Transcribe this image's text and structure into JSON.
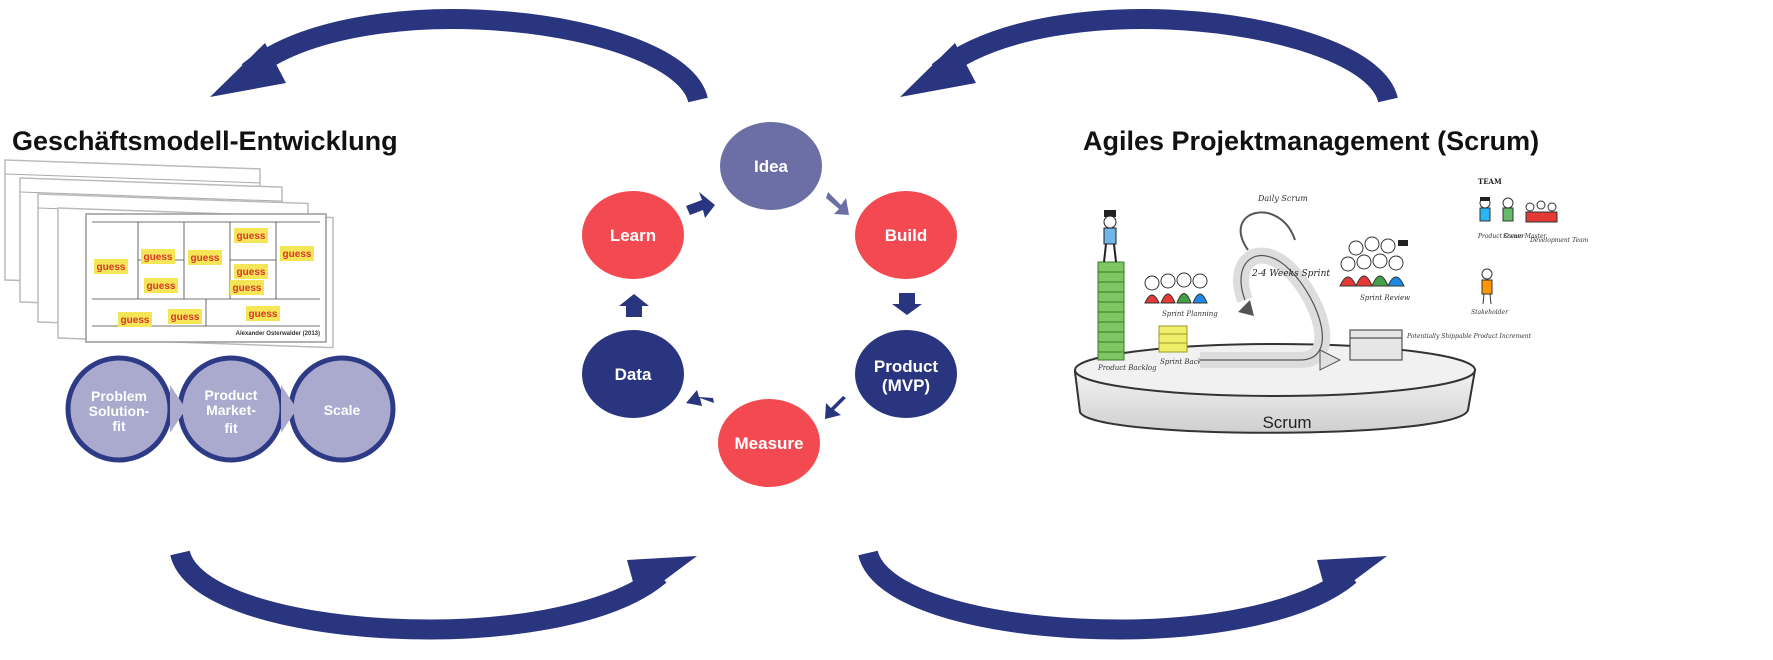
{
  "left_title": "Geschäftsmodell-Entwicklung",
  "right_title": "Agiles Projektmanagement (Scrum)",
  "cycle": {
    "idea": "Idea",
    "build": "Build",
    "product_line1": "Product",
    "product_line2": "(MVP)",
    "measure": "Measure",
    "data": "Data",
    "learn": "Learn"
  },
  "stages": {
    "s1_line1": "Problem",
    "s1_line2": "Solution-",
    "s1_line3": "fit",
    "s2_line1": "Product",
    "s2_line2": "Market-",
    "s2_line3": "fit",
    "s3": "Scale"
  },
  "canvas": {
    "sticky": "guess",
    "author": "Alexander Osterwalder (2013)"
  },
  "scrum": {
    "platform": "Scrum",
    "daily_scrum": "Daily Scrum",
    "sprint": "2-4 Weeks Sprint",
    "sprint_planning": "Sprint Planning",
    "sprint_review": "Sprint Review",
    "product_backlog": "Product Backlog",
    "sprint_backlog": "Sprint Backlog",
    "increment": "Potentially Shippable Product Increment",
    "team": "TEAM",
    "product_owner": "Product Owner",
    "scrum_master": "Scrum Master",
    "dev_team": "Development Team",
    "stakeholder": "Stakeholder"
  },
  "colors": {
    "navy": "#2a3580",
    "purple": "#6b6fa6",
    "red": "#f24a50",
    "stage_fill": "#a9aace",
    "stage_border": "#2d3a86",
    "sticky": "#f5e657"
  }
}
